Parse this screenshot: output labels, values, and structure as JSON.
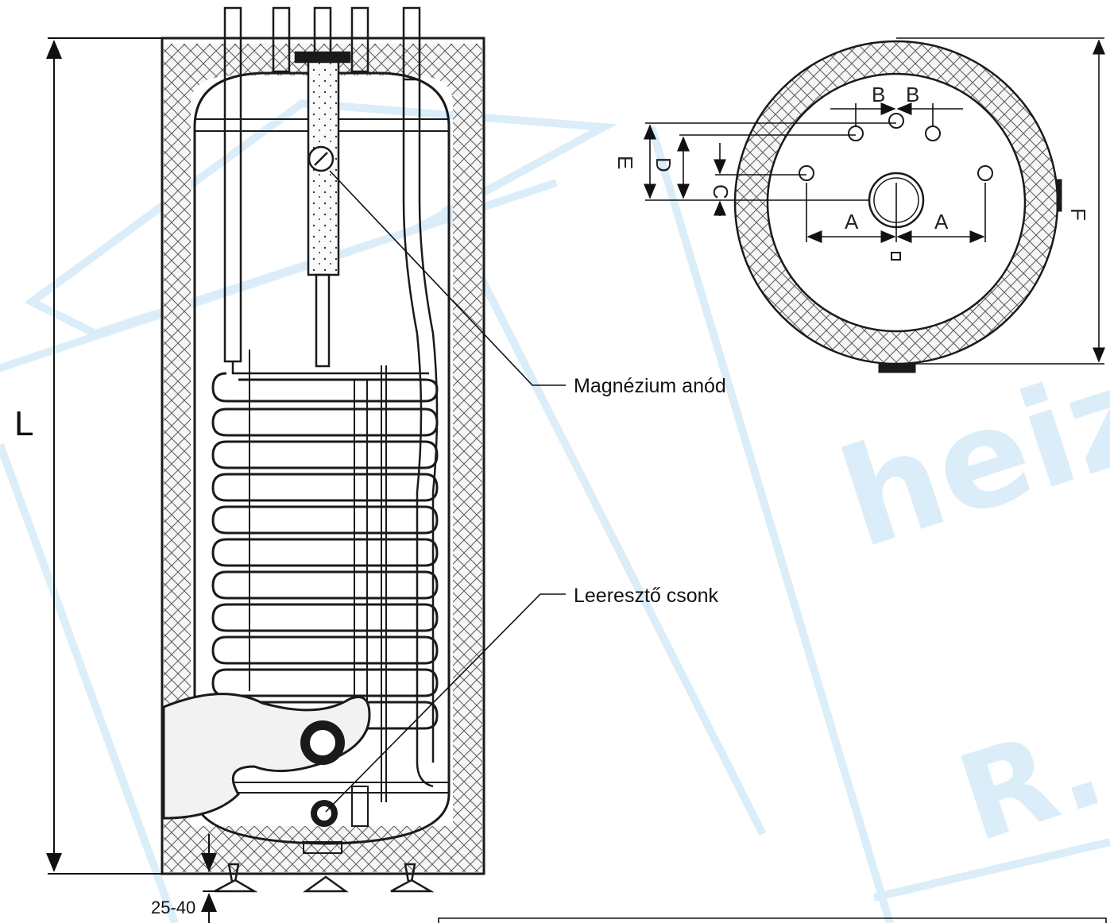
{
  "watermark": {
    "brand": "heize",
    "suffix": "R.",
    "color": "#d8ecf8"
  },
  "colors": {
    "line": "#1a1a1a",
    "insulation_bg": "#f2f2f2",
    "hatch": "#555555"
  },
  "labels": {
    "anode": "Magnézium anód",
    "drain": "Leeresztő csonk",
    "height_dim": "L",
    "foot_range": "25-40"
  },
  "top_view": {
    "dims": {
      "a_left": "A",
      "a_right": "A",
      "b_left": "B",
      "b_right": "B",
      "c": "C",
      "d": "D",
      "e": "E",
      "f": "F"
    }
  }
}
